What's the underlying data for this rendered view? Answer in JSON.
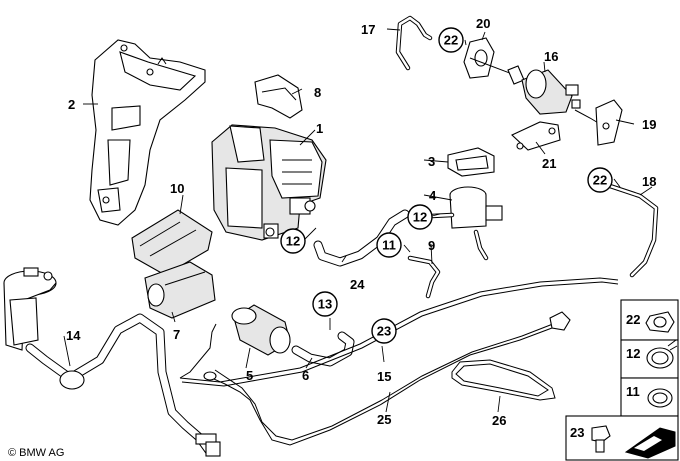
{
  "copyright": "© BMW AG",
  "callouts": [
    {
      "id": "c1",
      "text": "1"
    },
    {
      "id": "c2",
      "text": "2"
    },
    {
      "id": "c3",
      "text": "3"
    },
    {
      "id": "c4",
      "text": "4"
    },
    {
      "id": "c5",
      "text": "5"
    },
    {
      "id": "c6",
      "text": "6"
    },
    {
      "id": "c7",
      "text": "7"
    },
    {
      "id": "c8",
      "text": "8"
    },
    {
      "id": "c9",
      "text": "9"
    },
    {
      "id": "c10",
      "text": "10"
    },
    {
      "id": "c14",
      "text": "14"
    },
    {
      "id": "c15",
      "text": "15"
    },
    {
      "id": "c16",
      "text": "16"
    },
    {
      "id": "c17",
      "text": "17"
    },
    {
      "id": "c18",
      "text": "18"
    },
    {
      "id": "c19",
      "text": "19"
    },
    {
      "id": "c20",
      "text": "20"
    },
    {
      "id": "c21",
      "text": "21"
    },
    {
      "id": "c24",
      "text": "24"
    },
    {
      "id": "c25",
      "text": "25"
    },
    {
      "id": "c26",
      "text": "26"
    }
  ],
  "circled": [
    {
      "id": "k22a",
      "text": "22"
    },
    {
      "id": "k22b",
      "text": "22"
    },
    {
      "id": "k12a",
      "text": "12"
    },
    {
      "id": "k12b",
      "text": "12"
    },
    {
      "id": "k11",
      "text": "11"
    },
    {
      "id": "k13",
      "text": "13"
    },
    {
      "id": "k23",
      "text": "23"
    }
  ],
  "legend": [
    {
      "id": "l22",
      "text": "22"
    },
    {
      "id": "l12",
      "text": "12"
    },
    {
      "id": "l11",
      "text": "11"
    },
    {
      "id": "l23",
      "text": "23"
    }
  ]
}
